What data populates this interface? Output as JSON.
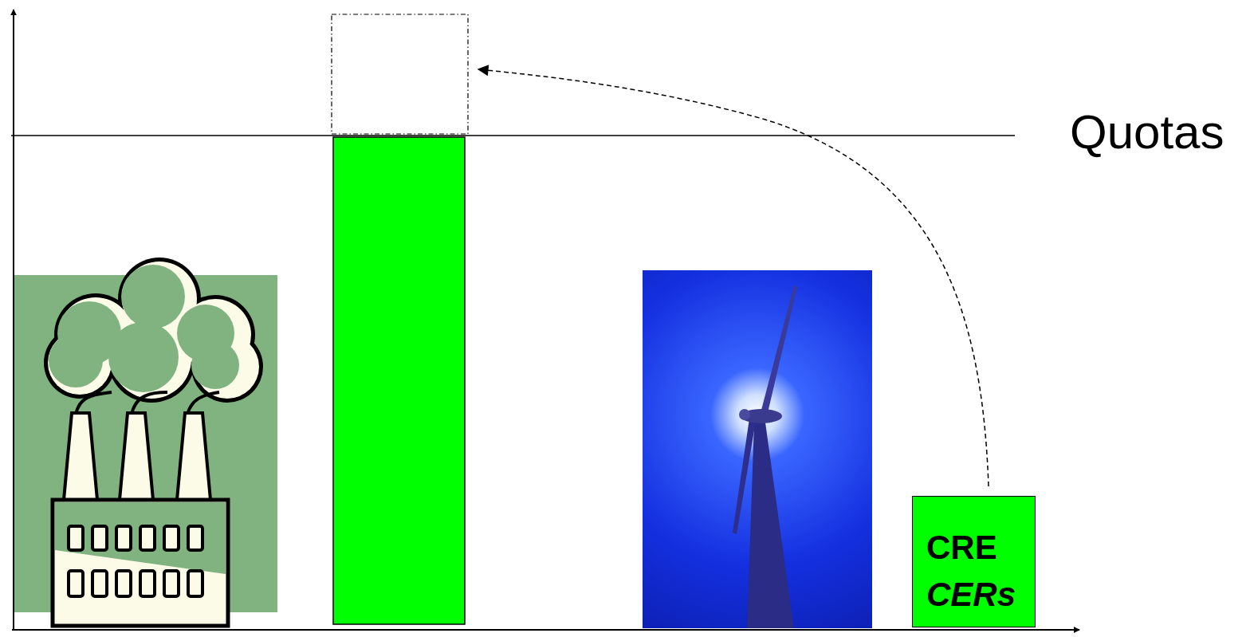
{
  "diagram": {
    "nodes": [
      {
        "text": [
          "CRE",
          "CERs"
        ]
      }
    ],
    "labels": [
      "Quotas"
    ]
  }
}
